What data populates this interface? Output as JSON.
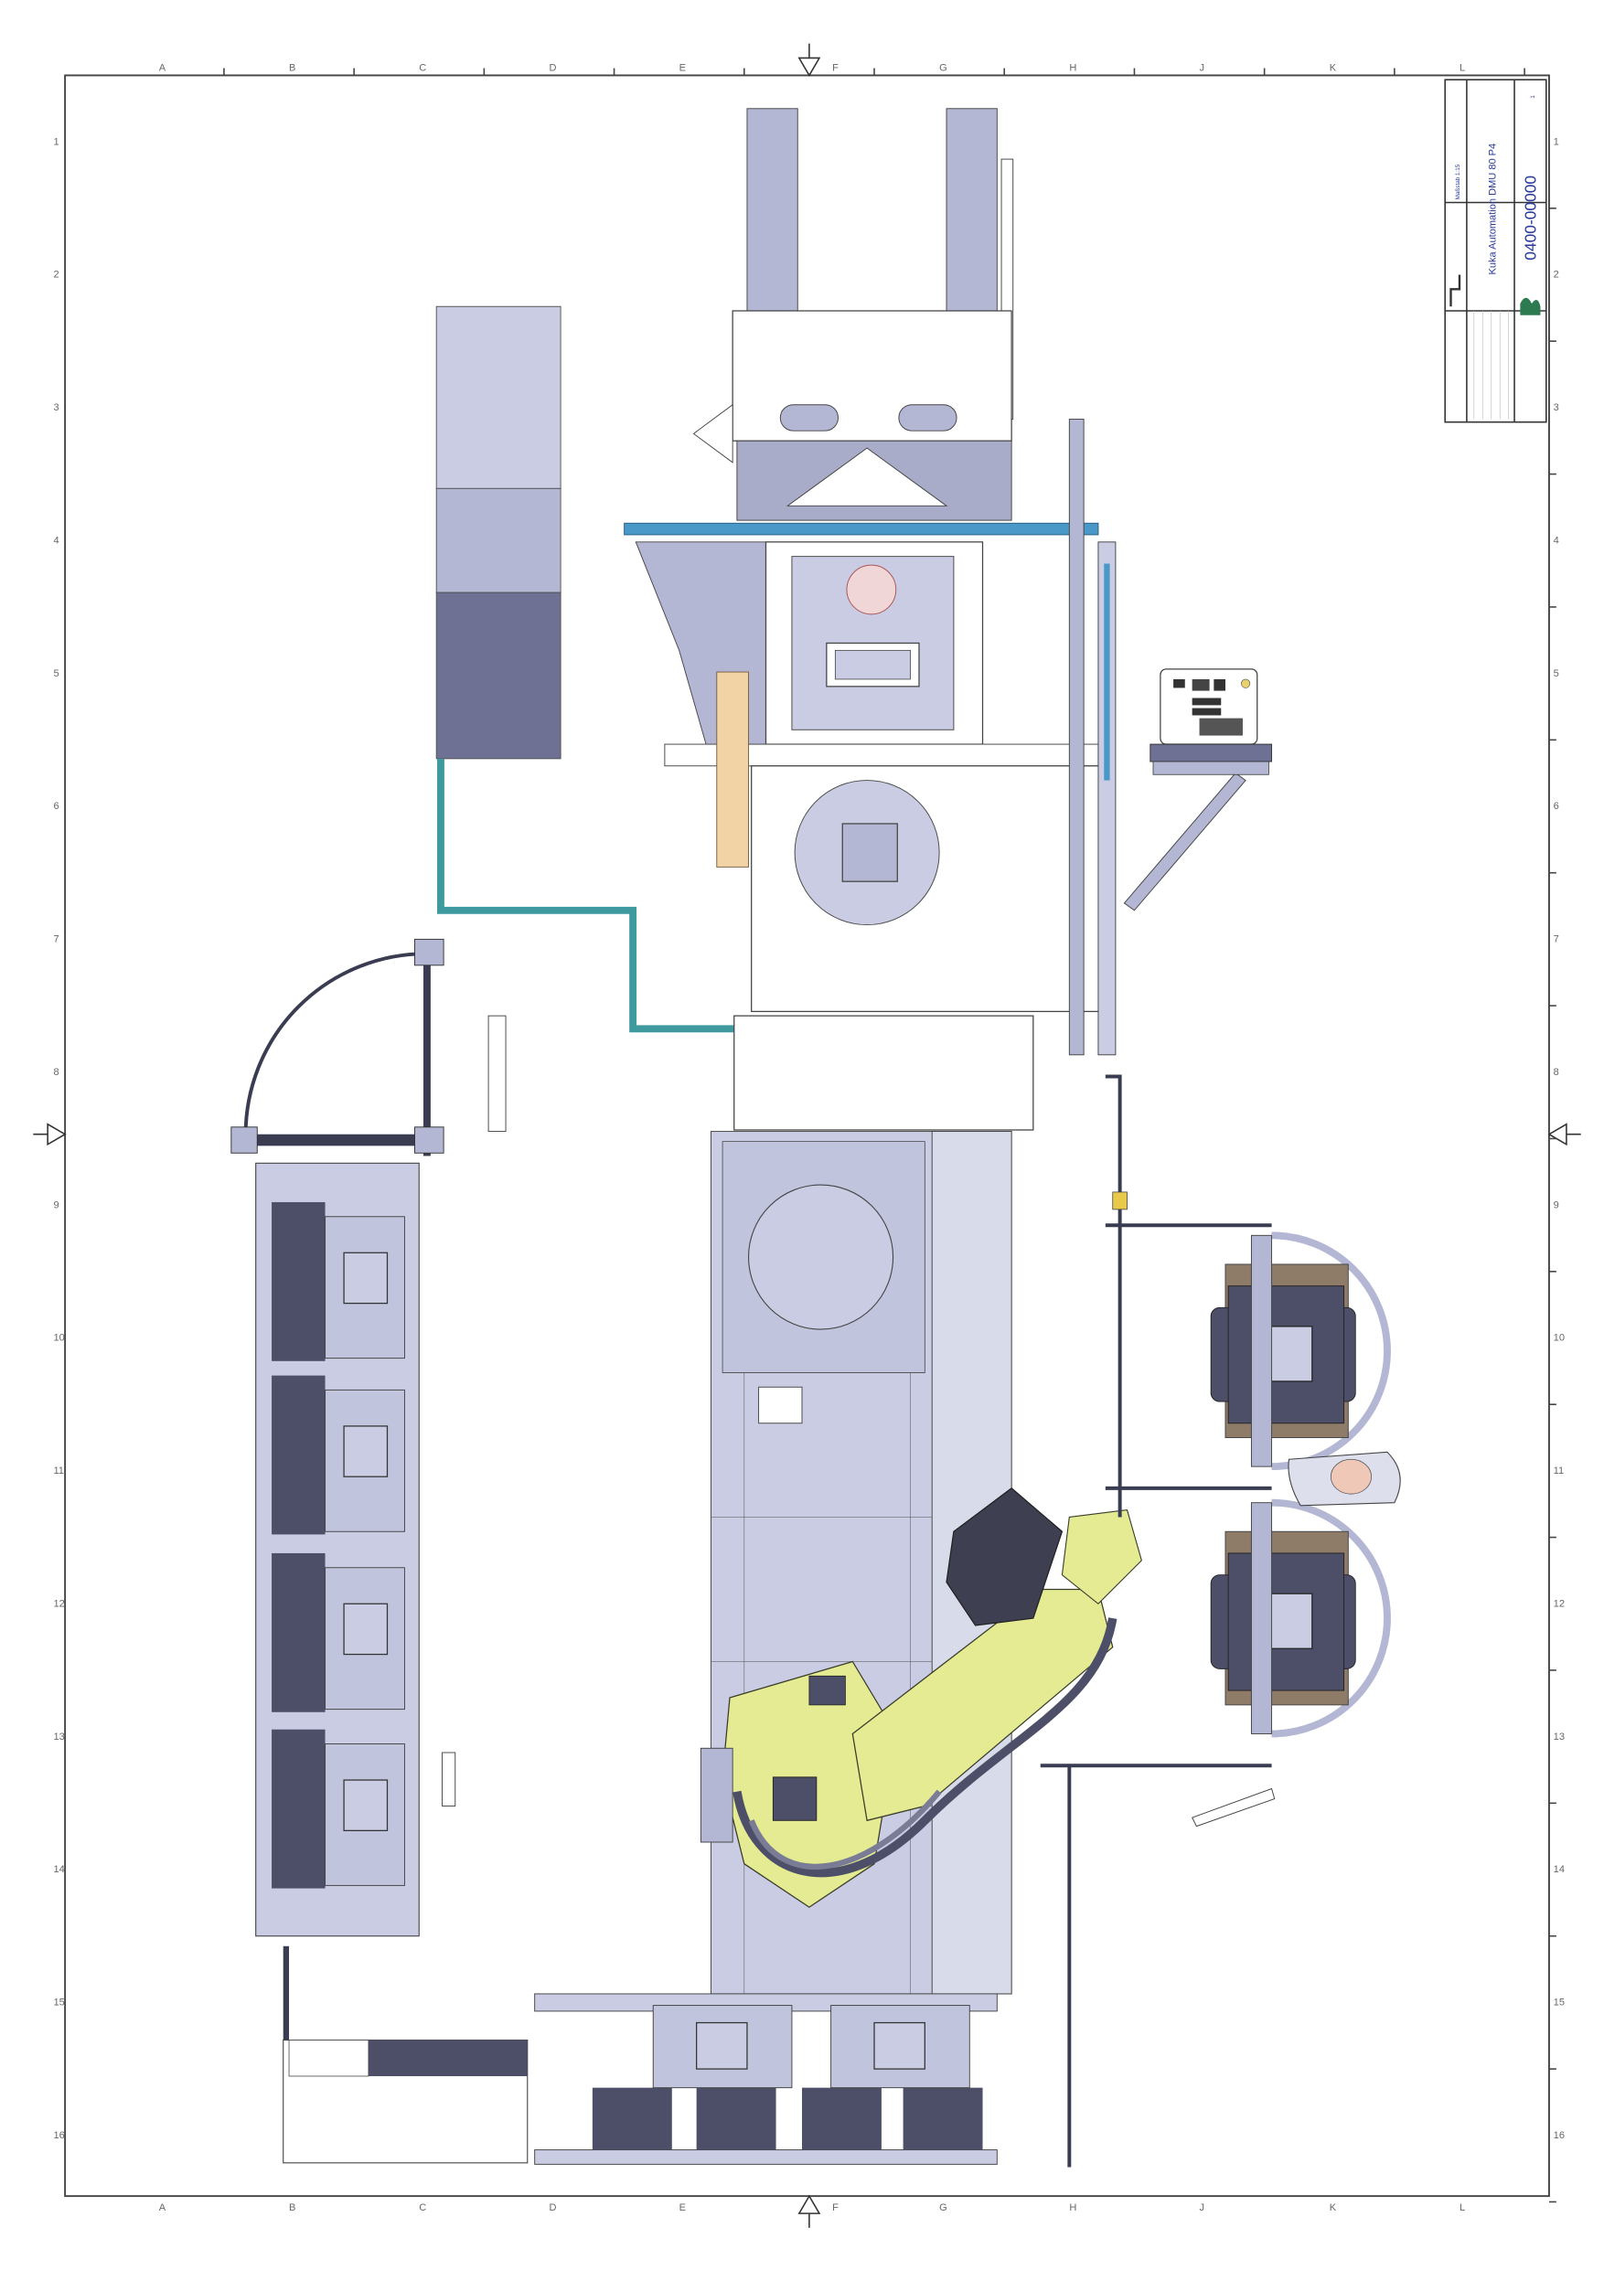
{
  "drawing": {
    "title": "Kuka Automation DMU 80 P4",
    "drawing_number": "0400-00000",
    "scale_label": "Maßstab 1:15",
    "sheet": "1"
  },
  "border": {
    "zones_top": [
      "A",
      "B",
      "C",
      "D",
      "E",
      "F",
      "G",
      "H",
      "J",
      "K",
      "L"
    ],
    "zones_side": [
      "1",
      "2",
      "3",
      "4",
      "5",
      "6",
      "7",
      "8",
      "9",
      "10",
      "11",
      "12",
      "13",
      "14",
      "15",
      "16"
    ]
  },
  "colors": {
    "machine_light": "#c9cce2",
    "machine_mid": "#b3b7d4",
    "machine_dark": "#6e7094",
    "teal_guard": "#3f9aa0",
    "blue_bar": "#4a98c8",
    "robot_yellow": "#e4eb93",
    "station_dark": "#4d4f68",
    "station_base": "#8e7b68",
    "wood_plate": "#f1d3a6",
    "title_ink": "#2a3a9a"
  }
}
